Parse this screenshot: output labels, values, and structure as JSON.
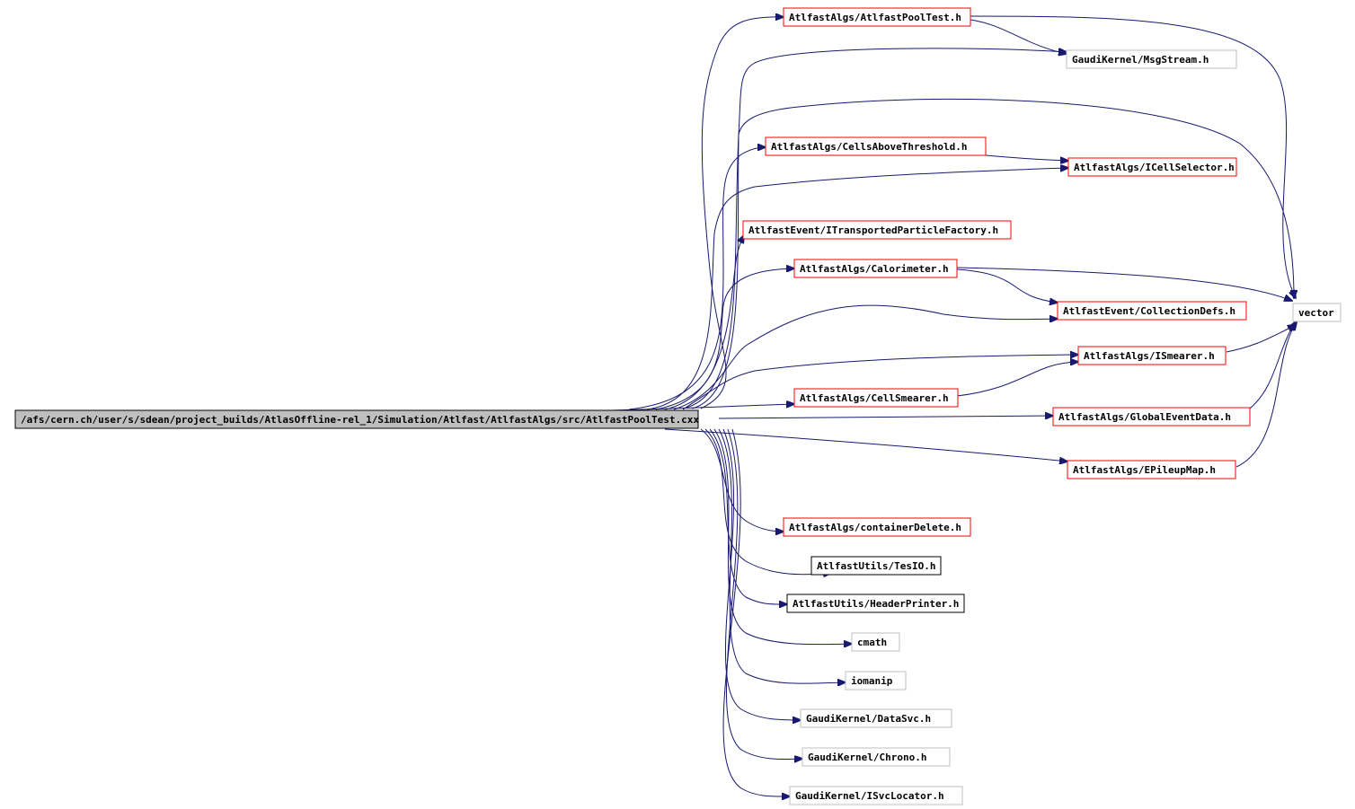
{
  "graph": {
    "root": "/afs/cern.ch/user/s/sdean/project_builds/AtlasOffline-rel_1/Simulation/Atlfast/AtlfastAlgs/src/AtlfastPoolTest.cxx",
    "nodes": [
      {
        "id": "n_pooltest",
        "label": "AtlfastAlgs/AtlfastPoolTest.h",
        "border": "red"
      },
      {
        "id": "n_msgstream",
        "label": "GaudiKernel/MsgStream.h",
        "border": "gray"
      },
      {
        "id": "n_cellsabove",
        "label": "AtlfastAlgs/CellsAboveThreshold.h",
        "border": "red"
      },
      {
        "id": "n_icellsel",
        "label": "AtlfastAlgs/ICellSelector.h",
        "border": "red"
      },
      {
        "id": "n_itransp",
        "label": "AtlfastEvent/ITransportedParticleFactory.h",
        "border": "red"
      },
      {
        "id": "n_calorimeter",
        "label": "AtlfastAlgs/Calorimeter.h",
        "border": "red"
      },
      {
        "id": "n_colldefs",
        "label": "AtlfastEvent/CollectionDefs.h",
        "border": "red"
      },
      {
        "id": "n_vector",
        "label": "vector",
        "border": "gray"
      },
      {
        "id": "n_ismearer",
        "label": "AtlfastAlgs/ISmearer.h",
        "border": "red"
      },
      {
        "id": "n_cellsmearer",
        "label": "AtlfastAlgs/CellSmearer.h",
        "border": "red"
      },
      {
        "id": "n_globalevent",
        "label": "AtlfastAlgs/GlobalEventData.h",
        "border": "red"
      },
      {
        "id": "n_epileup",
        "label": "AtlfastAlgs/EPileupMap.h",
        "border": "red"
      },
      {
        "id": "n_contdelete",
        "label": "AtlfastAlgs/containerDelete.h",
        "border": "red"
      },
      {
        "id": "n_tesio",
        "label": "AtlfastUtils/TesIO.h",
        "border": "black"
      },
      {
        "id": "n_headerprinter",
        "label": "AtlfastUtils/HeaderPrinter.h",
        "border": "black"
      },
      {
        "id": "n_cmath",
        "label": "cmath",
        "border": "gray"
      },
      {
        "id": "n_iomanip",
        "label": "iomanip",
        "border": "gray"
      },
      {
        "id": "n_datasvc",
        "label": "GaudiKernel/DataSvc.h",
        "border": "gray"
      },
      {
        "id": "n_chrono",
        "label": "GaudiKernel/Chrono.h",
        "border": "gray"
      },
      {
        "id": "n_isvcloc",
        "label": "GaudiKernel/ISvcLocator.h",
        "border": "gray"
      }
    ],
    "edges": [
      [
        "root",
        "n_pooltest"
      ],
      [
        "root",
        "n_msgstream"
      ],
      [
        "root",
        "n_vector"
      ],
      [
        "root",
        "n_cellsabove"
      ],
      [
        "root",
        "n_icellsel"
      ],
      [
        "root",
        "n_itransp"
      ],
      [
        "root",
        "n_calorimeter"
      ],
      [
        "root",
        "n_colldefs"
      ],
      [
        "root",
        "n_ismearer"
      ],
      [
        "root",
        "n_cellsmearer"
      ],
      [
        "root",
        "n_globalevent"
      ],
      [
        "root",
        "n_epileup"
      ],
      [
        "root",
        "n_contdelete"
      ],
      [
        "root",
        "n_tesio"
      ],
      [
        "root",
        "n_headerprinter"
      ],
      [
        "root",
        "n_cmath"
      ],
      [
        "root",
        "n_iomanip"
      ],
      [
        "root",
        "n_datasvc"
      ],
      [
        "root",
        "n_chrono"
      ],
      [
        "root",
        "n_isvcloc"
      ],
      [
        "n_pooltest",
        "n_msgstream"
      ],
      [
        "n_pooltest",
        "n_vector"
      ],
      [
        "n_cellsabove",
        "n_icellsel"
      ],
      [
        "n_calorimeter",
        "n_colldefs"
      ],
      [
        "n_calorimeter",
        "n_vector"
      ],
      [
        "n_ismearer",
        "n_vector"
      ],
      [
        "n_cellsmearer",
        "n_ismearer"
      ],
      [
        "n_globalevent",
        "n_vector"
      ],
      [
        "n_epileup",
        "n_vector"
      ]
    ]
  }
}
